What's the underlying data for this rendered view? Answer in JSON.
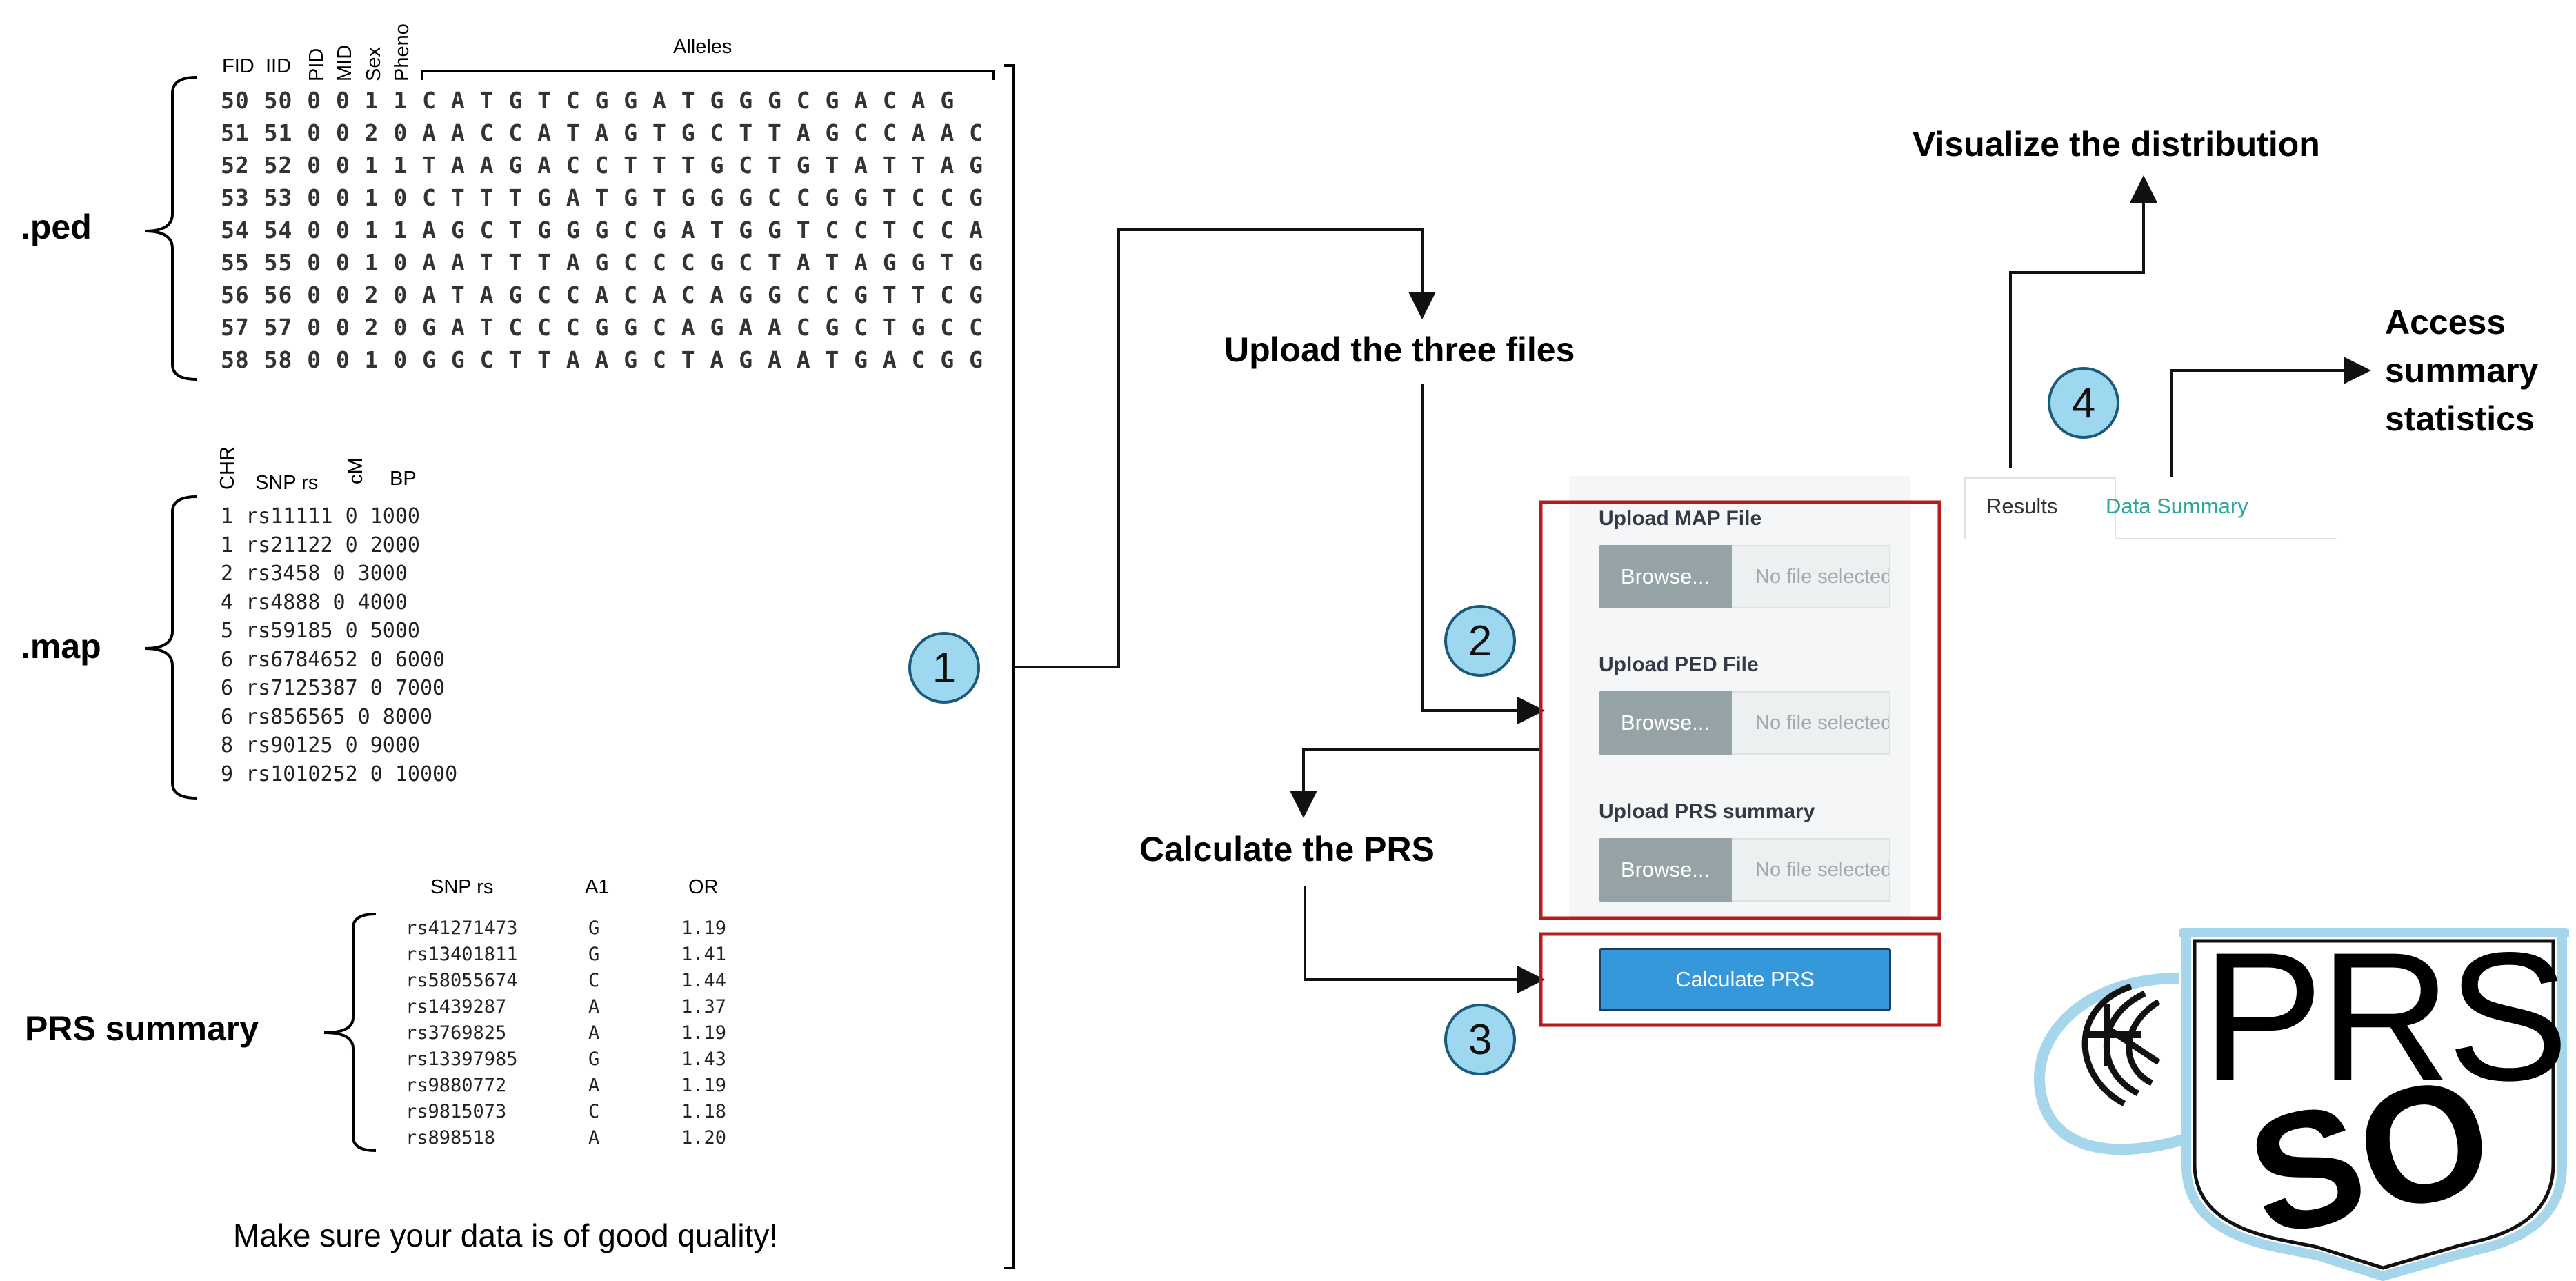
{
  "ped": {
    "label": ".ped",
    "headers": [
      "FID",
      "IID"
    ],
    "rotated_headers": [
      "PID",
      "MID",
      "Sex",
      "Pheno"
    ],
    "alleles_header": "Alleles",
    "rows": [
      "50 50 0 0 1 1 C A T G T C G G A T G G G C G A C A G",
      "51 51 0 0 2 0 A A C C A T A G T G C T T A G C C A A C",
      "52 52 0 0 1 1 T A A G A C C T T T G C T G T A T T A G",
      "53 53 0 0 1 0 C T T T G A T G T G G G C C G G T C C G",
      "54 54 0 0 1 1 A G C T G G G C G A T G G T C C T C C A",
      "55 55 0 0 1 0 A A T T T A G C C C G C T A T A G G T G",
      "56 56 0 0 2 0 A T A G C C A C A C A G G C C G T T C G",
      "57 57 0 0 2 0 G A T C C C G G C A G A A C G C T G C C",
      "58 58 0 0 1 0 G G C T T A A G C T A G A A T G A C G G"
    ]
  },
  "map": {
    "label": ".map",
    "rotated_headers": [
      "CHR",
      "cM"
    ],
    "headers": [
      "SNP rs",
      "BP"
    ],
    "rows": [
      "1 rs11111 0 1000",
      "1 rs21122 0 2000",
      "2 rs3458 0 3000",
      "4 rs4888 0 4000",
      "5 rs59185 0 5000",
      "6 rs6784652 0 6000",
      "6 rs7125387 0 7000",
      "6 rs856565 0 8000",
      "8 rs90125 0 9000",
      "9 rs1010252 0 10000"
    ]
  },
  "prs_summary": {
    "label": "PRS summary",
    "columns": [
      "SNP rs",
      "A1",
      "OR"
    ],
    "rows": [
      [
        "rs41271473",
        "G",
        "1.19"
      ],
      [
        "rs13401811",
        "G",
        "1.41"
      ],
      [
        "rs58055674",
        "C",
        "1.44"
      ],
      [
        "rs1439287",
        "A",
        "1.37"
      ],
      [
        "rs3769825",
        "A",
        "1.19"
      ],
      [
        "rs13397985",
        "G",
        "1.43"
      ],
      [
        "rs9880772",
        "A",
        "1.19"
      ],
      [
        "rs9815073",
        "C",
        "1.18"
      ],
      [
        "rs898518",
        "A",
        "1.20"
      ]
    ]
  },
  "quality_note": "Make sure your data is of good quality!",
  "steps": {
    "upload": "Upload the three files",
    "calculate": "Calculate the PRS",
    "visualize": "Visualize the distribution",
    "summary_line1": "Access",
    "summary_line2": "summary",
    "summary_line3": "statistics",
    "numbers": [
      "1",
      "2",
      "3",
      "4"
    ]
  },
  "app_panel": {
    "map_label": "Upload MAP File",
    "ped_label": "Upload PED File",
    "prs_label": "Upload PRS summary",
    "browse": "Browse...",
    "no_file": "No file selected",
    "calculate_button": "Calculate PRS"
  },
  "tabs": {
    "results": "Results",
    "data_summary": "Data Summary"
  },
  "logo": {
    "text_top": "PRS",
    "text_bottom": "SO"
  },
  "colors": {
    "step_circle_fill": "#9ed8f0",
    "step_circle_stroke": "#1b5a78",
    "highlight_box": "#b51c1c",
    "primary_button": "#3498db",
    "browse_button": "#95a3a6",
    "tab_link": "#2aa598",
    "logo_outline": "#a5d6ec"
  }
}
